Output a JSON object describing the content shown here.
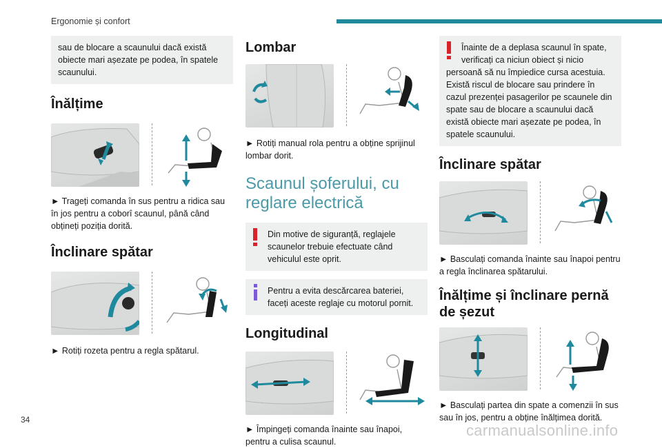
{
  "header": {
    "section": "Ergonomie și confort",
    "accent_color": "#1f8a9e"
  },
  "page_number": "34",
  "watermark": "carmanualsonline.info",
  "col1": {
    "note_cont": "sau de blocare a scaunului dacă există obiecte mari așezate pe podea, în spatele scaunului.",
    "height_title": "Înălțime",
    "height_text": "► Trageți comanda în sus pentru a ridica sau în jos pentru a coborî scaunul, până când obțineți poziția dorită.",
    "recline_title": "Înclinare spătar",
    "recline_text": "► Rotiți rozeta pentru a regla spătarul."
  },
  "col2": {
    "lumbar_title": "Lombar",
    "lumbar_text": "► Rotiți manual rola pentru a obține sprijinul lombar dorit.",
    "electric_title": "Scaunul șoferului, cu reglare electrică",
    "warn_text": "Din motive de siguranță, reglajele scaunelor trebuie efectuate când vehiculul este oprit.",
    "info_text": "Pentru a evita descărcarea bateriei, faceți aceste reglaje cu motorul pornit.",
    "longitudinal_title": "Longitudinal",
    "longitudinal_text": "► Împingeți comanda înainte sau înapoi, pentru a culisa scaunul."
  },
  "col3": {
    "warn_first": "Înainte de a deplasa scaunul în spate, verificați ca niciun obiect și nicio",
    "warn_rest": "persoană să nu împiedice cursa acestuia. Există riscul de blocare sau prindere în cazul prezenței pasagerilor pe scaunele din spate sau de blocare a scaunului dacă există obiecte mari așezate pe podea, în spatele scaunului.",
    "recline_title": "Înclinare spătar",
    "recline_text": "► Basculați comanda înainte sau înapoi pentru a regla înclinarea spătarului.",
    "cushion_title": "Înălțime și înclinare pernă de șezut",
    "cushion_text": "► Basculați partea din spate a comenzii în sus sau în jos, pentru a obține înălțimea dorită."
  },
  "icons": {
    "warning": "exclamation-icon",
    "info": "info-icon",
    "warning_color": "#d8232a",
    "info_color": "#7b5bd6",
    "arrow_color": "#1f8a9e"
  }
}
